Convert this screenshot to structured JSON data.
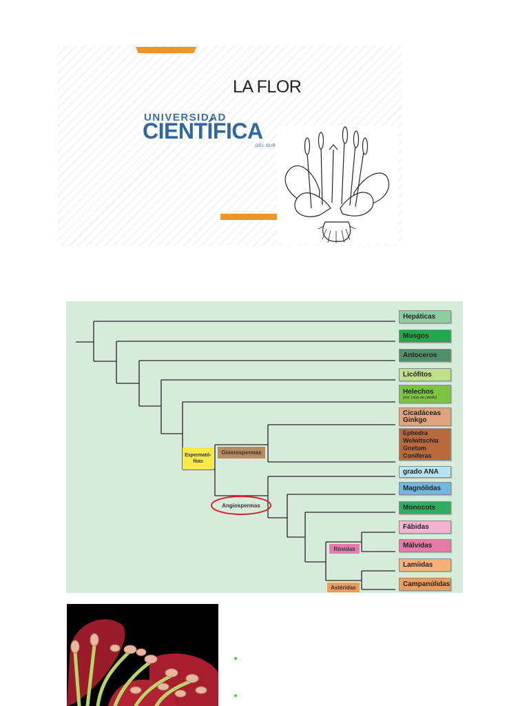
{
  "slide": {
    "title": "LA FLOR",
    "logo": {
      "top": "UNIVERSIDAD",
      "main": "CIENTÍFICA",
      "sub": "DEL SUR"
    },
    "accent_color": "#f39325"
  },
  "cladogram": {
    "background": "#d6ebda",
    "taxa": [
      {
        "label": "Hepáticas",
        "color": "#8fcc9f"
      },
      {
        "label": "Musgos",
        "color": "#22a84a"
      },
      {
        "label": "Antoceros",
        "color": "#4f8f6a"
      },
      {
        "label": "Licófitos",
        "color": "#bfe08a"
      },
      {
        "label": "Helechos",
        "sub": "(incl. colas de caballo)",
        "color": "#7dc242"
      },
      {
        "label": "Cicadáceas",
        "label2": "Ginkgo",
        "color": "#e0a380"
      },
      {
        "lines": [
          "Ephedra",
          "Welwitschia",
          "Gnetum",
          "Coníferas"
        ],
        "color": "#b86a3c"
      },
      {
        "label": "grado ANA",
        "color": "#b8e3f2"
      },
      {
        "label": "Magnólidas",
        "color": "#6fb9e0"
      },
      {
        "label": "Monocots",
        "color": "#2fae63"
      },
      {
        "label": "Fábidas",
        "color": "#f4b3d0"
      },
      {
        "label": "Málvidas",
        "color": "#e67aa7"
      },
      {
        "label": "Lamiidas",
        "color": "#f6b27a"
      },
      {
        "label": "Campanúlidas",
        "color": "#ef9b5a"
      }
    ],
    "clades": {
      "espermatofitas": {
        "line1": "Espermató-",
        "line2": "fitas",
        "color": "#f7e94a"
      },
      "gimnospermas": {
        "label": "Gimnospermas",
        "color": "#b88a60"
      },
      "angiospermas": {
        "label": "Angiospermas",
        "ring_color": "#d8232a"
      },
      "rosidas": {
        "label": "Rósidas",
        "color": "#e57ab0"
      },
      "asteridas": {
        "label": "Astéridas",
        "color": "#ef9b5a"
      }
    }
  },
  "bottom": {
    "bullet_color": "#3ad63a"
  }
}
